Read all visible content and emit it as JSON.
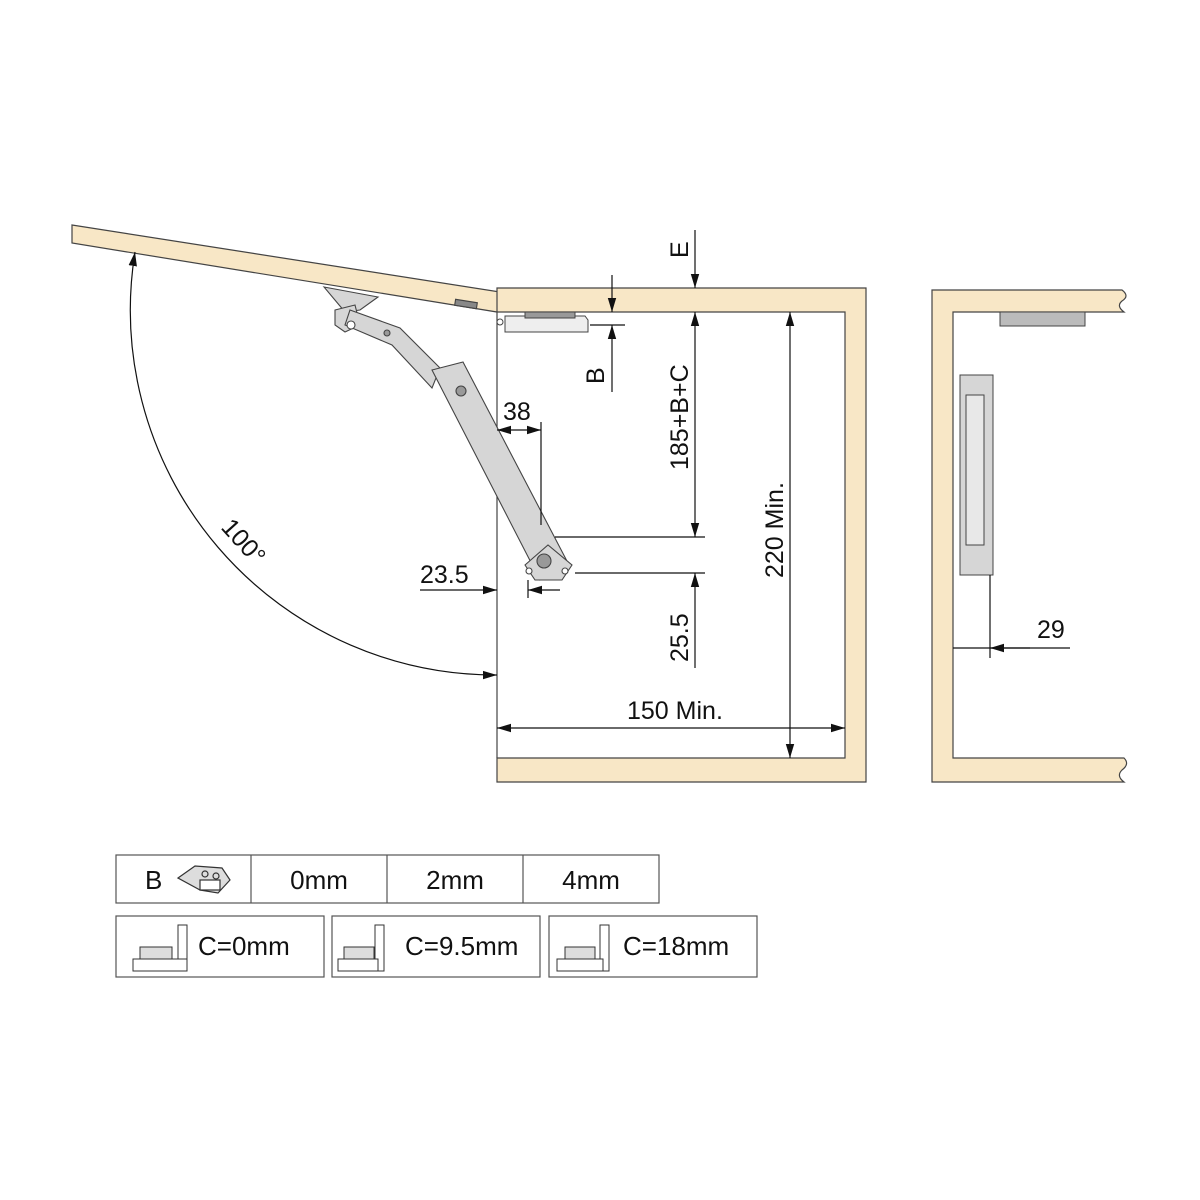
{
  "colors": {
    "wood": "#f8e7c6",
    "outline": "#444444",
    "metal": "#d6d6d6",
    "dimension": "#111111"
  },
  "dimensions": {
    "e": "E",
    "b": "B",
    "height_formula": "185+B+C",
    "offset_38": "38",
    "offset_23_5": "23.5",
    "offset_25_5": "25.5",
    "min_height": "220 Min.",
    "min_depth": "150 Min.",
    "angle": "100°",
    "side_29": "29"
  },
  "table": {
    "b_row": {
      "label": "B",
      "icon": "mounting-plate-icon",
      "values": [
        "0mm",
        "2mm",
        "4mm"
      ]
    },
    "c_row": [
      {
        "icon": "hinge-overlay-icon",
        "label": "C=0mm"
      },
      {
        "icon": "hinge-overlay-icon",
        "label": "C=9.5mm"
      },
      {
        "icon": "hinge-overlay-icon",
        "label": "C=18mm"
      }
    ]
  }
}
